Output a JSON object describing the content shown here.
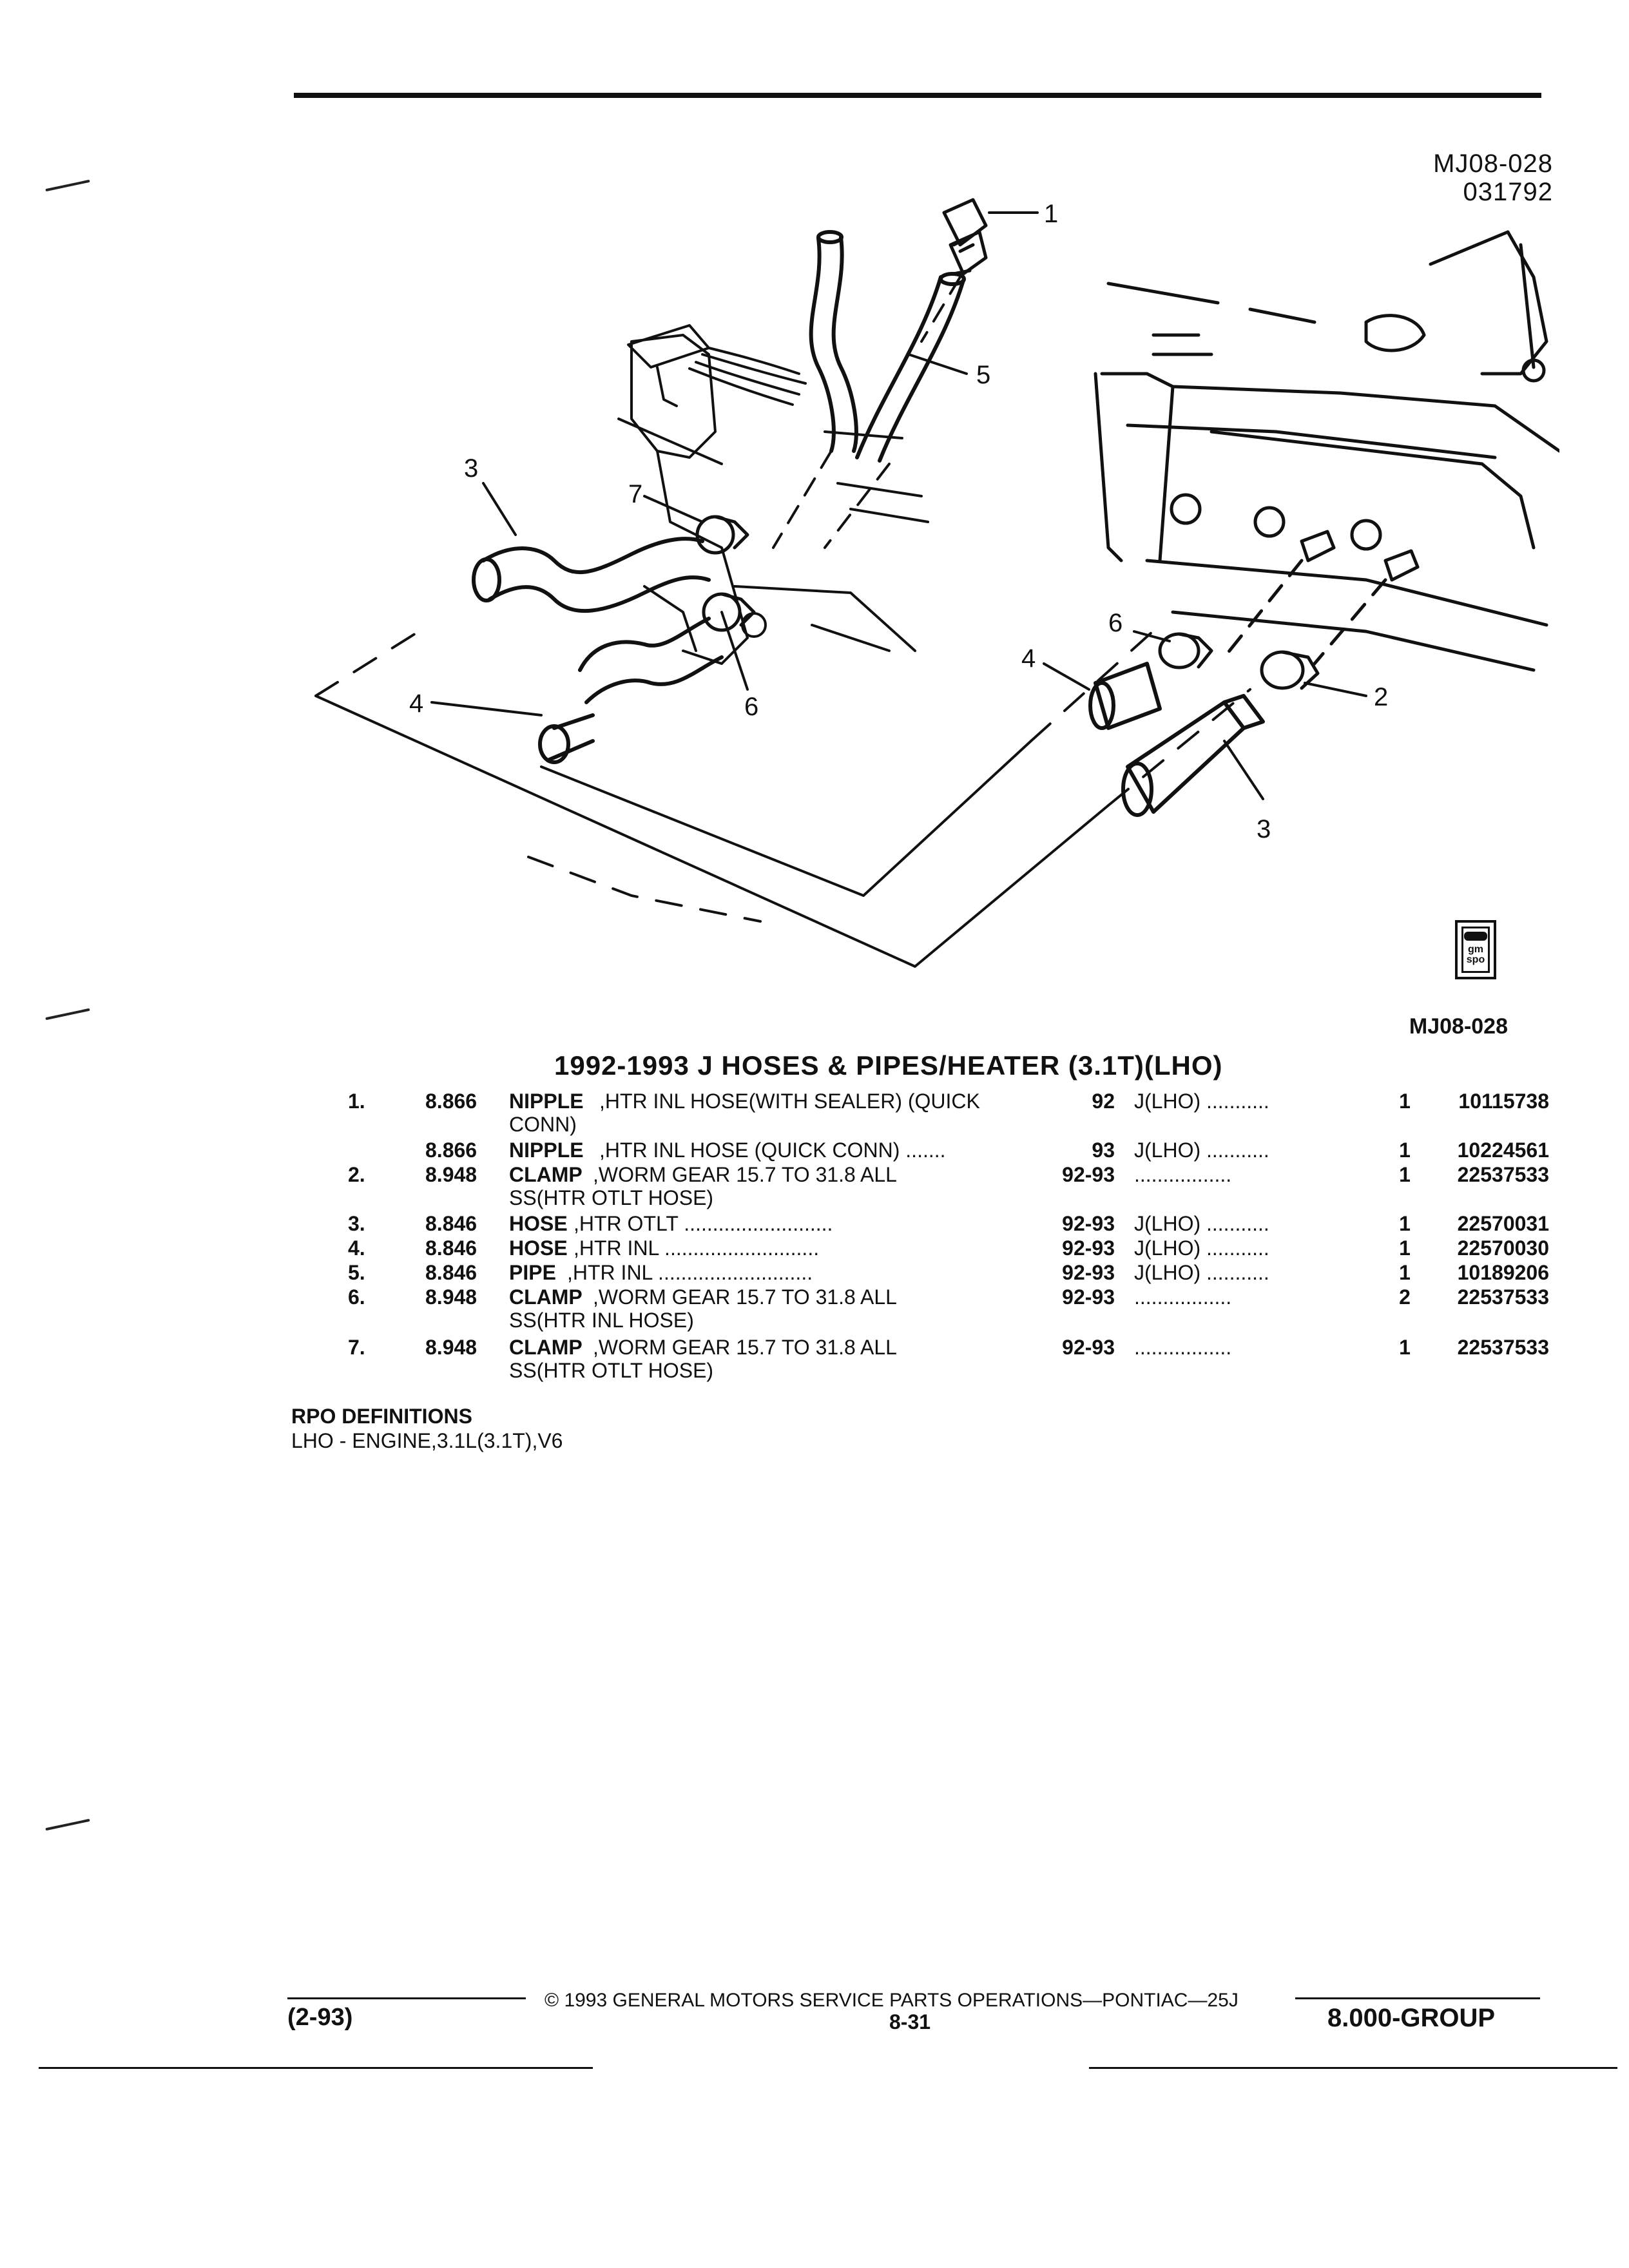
{
  "figure": {
    "code": "MJ08-028",
    "date_code": "031792",
    "reference": "MJ08-028",
    "callouts": [
      "1",
      "2",
      "3",
      "3",
      "4",
      "4",
      "5",
      "6",
      "6",
      "7"
    ]
  },
  "logo": {
    "text": "gm\nspo"
  },
  "title": "1992-1993 J HOSES & PIPES/HEATER (3.1T)(LHO)",
  "parts": [
    {
      "item": "1.",
      "group": "8.866",
      "name": "NIPPLE",
      "desc": ",HTR INL HOSE(WITH SEALER) (QUICK",
      "desc2": "CONN)",
      "year": "92",
      "model": "J(LHO) ...........",
      "qty": "1",
      "part": "10115738"
    },
    {
      "item": "",
      "group": "8.866",
      "name": "NIPPLE",
      "desc": ",HTR INL HOSE (QUICK CONN) .......",
      "desc2": "",
      "year": "93",
      "model": "J(LHO) ...........",
      "qty": "1",
      "part": "10224561"
    },
    {
      "item": "2.",
      "group": "8.948",
      "name": "CLAMP",
      "desc": ",WORM GEAR 15.7 TO 31.8 ALL",
      "desc2": "SS(HTR OTLT HOSE)",
      "year": "92-93",
      "model": ".................",
      "qty": "1",
      "part": "22537533"
    },
    {
      "item": "3.",
      "group": "8.846",
      "name": "HOSE",
      "desc": ",HTR OTLT ..........................",
      "desc2": "",
      "year": "92-93",
      "model": "J(LHO) ...........",
      "qty": "1",
      "part": "22570031"
    },
    {
      "item": "4.",
      "group": "8.846",
      "name": "HOSE",
      "desc": ",HTR INL ...........................",
      "desc2": "",
      "year": "92-93",
      "model": "J(LHO) ...........",
      "qty": "1",
      "part": "22570030"
    },
    {
      "item": "5.",
      "group": "8.846",
      "name": "PIPE",
      "desc": ",HTR INL ...........................",
      "desc2": "",
      "year": "92-93",
      "model": "J(LHO) ...........",
      "qty": "1",
      "part": "10189206"
    },
    {
      "item": "6.",
      "group": "8.948",
      "name": "CLAMP",
      "desc": ",WORM GEAR 15.7 TO 31.8 ALL",
      "desc2": "SS(HTR INL HOSE)",
      "year": "92-93",
      "model": ".................",
      "qty": "2",
      "part": "22537533"
    },
    {
      "item": "7.",
      "group": "8.948",
      "name": "CLAMP",
      "desc": ",WORM GEAR 15.7 TO 31.8 ALL",
      "desc2": "SS(HTR OTLT HOSE)",
      "year": "92-93",
      "model": ".................",
      "qty": "1",
      "part": "22537533"
    }
  ],
  "rpo": {
    "heading": "RPO DEFINITIONS",
    "definition": "LHO - ENGINE,3.1L(3.1T),V6"
  },
  "footer": {
    "copyright": "© 1993 GENERAL MOTORS SERVICE PARTS OPERATIONS—PONTIAC—25J",
    "date": "(2-93)",
    "page": "8-31",
    "group": "8.000-GROUP"
  }
}
